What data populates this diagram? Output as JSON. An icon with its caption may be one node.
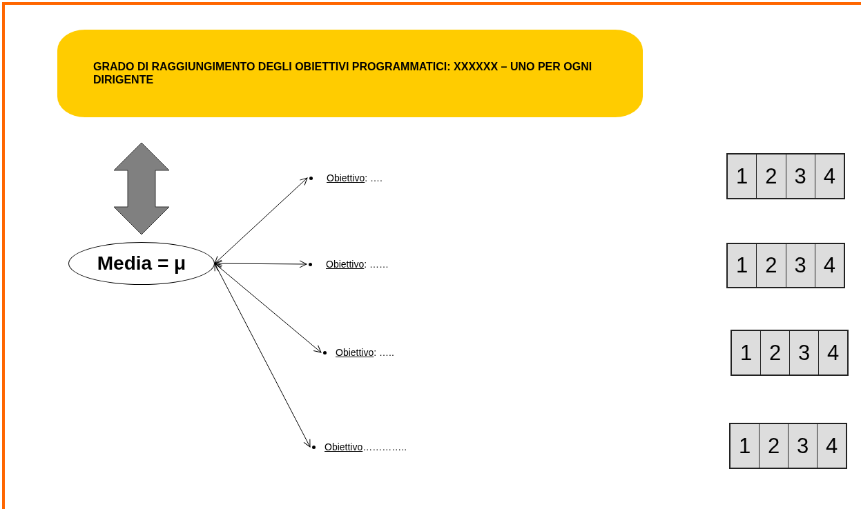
{
  "diagram": {
    "nodes": [
      {
        "text": [
          "GRADO DI RAGGIUNGIMENTO DEGLI OBIETTIVI PROGRAMMATICI: XXXXXX – UNO PER OGNI DIRIGENTE"
        ]
      },
      {
        "text": [
          "Media = μ"
        ]
      },
      {
        "text": [
          "Obiettivo: …."
        ]
      },
      {
        "text": [
          "Obiettivo: ……"
        ]
      },
      {
        "text": [
          "Obiettivo: ….."
        ]
      },
      {
        "text": [
          "Obiettivo………….."
        ]
      },
      {
        "text": [
          "1",
          "2",
          "3",
          "4"
        ]
      },
      {
        "text": [
          "1",
          "2",
          "3",
          "4"
        ]
      },
      {
        "text": [
          "1",
          "2",
          "3",
          "4"
        ]
      },
      {
        "text": [
          "1",
          "2",
          "3",
          "4"
        ]
      }
    ],
    "edges": [
      {
        "from": 0,
        "to": 1,
        "arrow": "both",
        "style": "thick",
        "color": "#808080"
      },
      {
        "from": 1,
        "to": 2,
        "arrow": "both"
      },
      {
        "from": 1,
        "to": 3,
        "arrow": "both"
      },
      {
        "from": 1,
        "to": 4,
        "arrow": "both"
      },
      {
        "from": 1,
        "to": 5,
        "arrow": "both"
      }
    ]
  }
}
